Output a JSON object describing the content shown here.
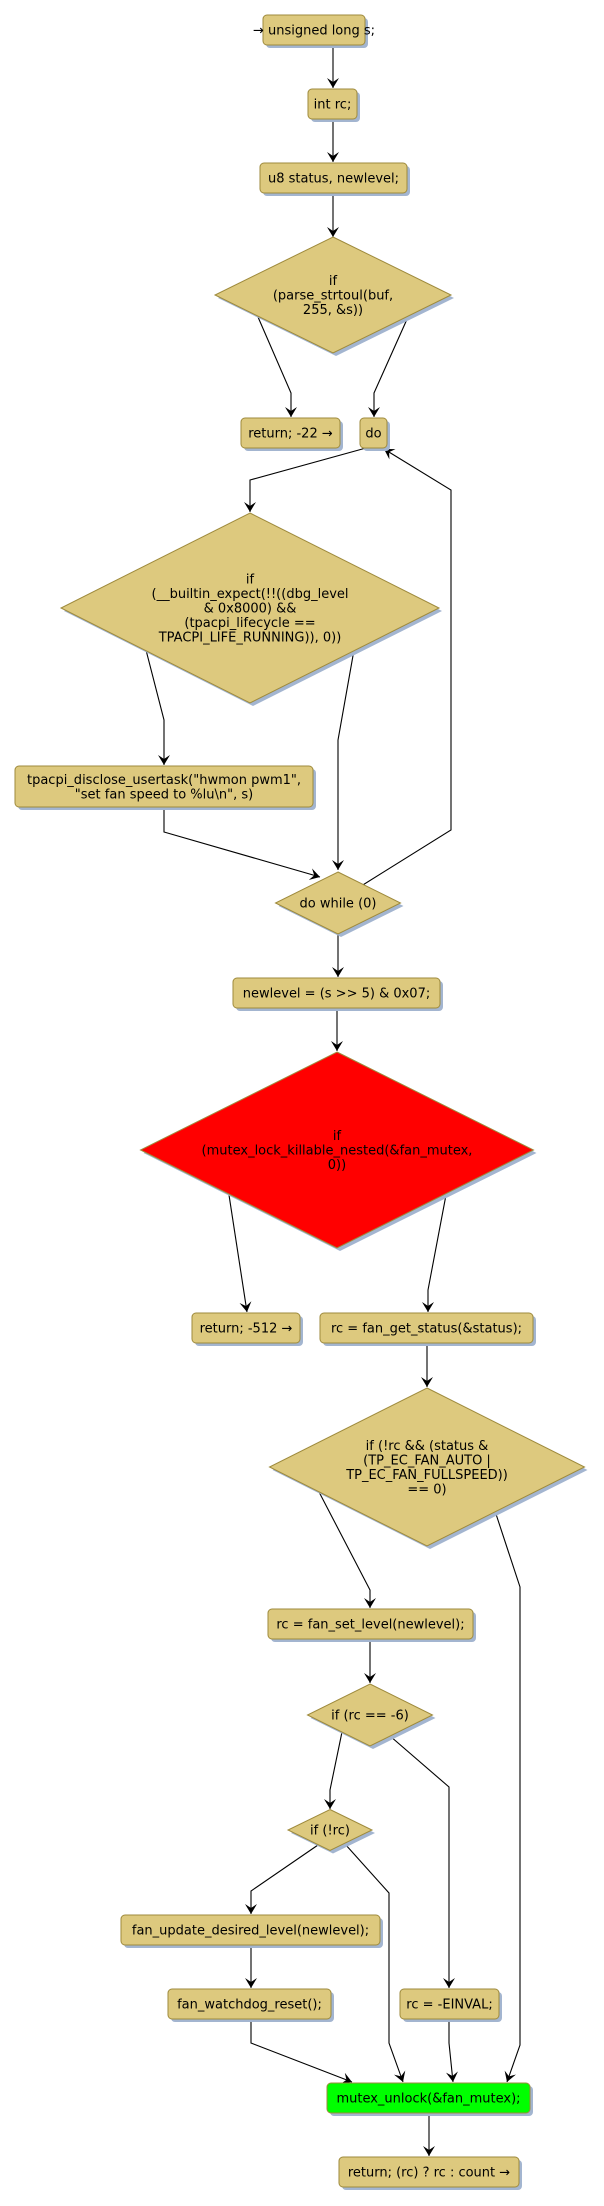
{
  "colors": {
    "node_fill": "#DDC97E",
    "node_border": "#9E8A3C",
    "shadow": "#A3B5D0",
    "highlight_red": "#FF0000",
    "highlight_green": "#00FF00"
  },
  "nodes": {
    "start": {
      "text": [
        "→ unsigned long s;"
      ]
    },
    "decl_rc": {
      "text": [
        "int rc;"
      ]
    },
    "decl_status": {
      "text": [
        "u8 status, newlevel;"
      ]
    },
    "if_parse": {
      "text": [
        "if",
        "(parse_strtoul(buf,",
        "255, &s))"
      ]
    },
    "return_22": {
      "text": [
        "return; -22 →"
      ]
    },
    "do": {
      "text": [
        "do"
      ]
    },
    "if_builtin": {
      "text": [
        "if",
        "(__builtin_expect(!!((dbg_level",
        "& 0x8000) &&",
        "(tpacpi_lifecycle ==",
        "TPACPI_LIFE_RUNNING)), 0))"
      ]
    },
    "disclose": {
      "text": [
        "tpacpi_disclose_usertask(\"hwmon pwm1\",",
        "\"set fan speed to %lu\\n\", s)"
      ]
    },
    "do_while": {
      "text": [
        "do while (0)"
      ]
    },
    "newlevel": {
      "text": [
        "newlevel = (s >> 5) & 0x07;"
      ]
    },
    "if_mutex": {
      "text": [
        "if",
        "(mutex_lock_killable_nested(&fan_mutex,",
        "0))"
      ]
    },
    "return_512": {
      "text": [
        "return; -512 →"
      ]
    },
    "get_status": {
      "text": [
        "rc = fan_get_status(&status);"
      ]
    },
    "if_status": {
      "text": [
        "if (!rc && (status &",
        "(TP_EC_FAN_AUTO |",
        "TP_EC_FAN_FULLSPEED))",
        "== 0)"
      ]
    },
    "set_level": {
      "text": [
        "rc = fan_set_level(newlevel);"
      ]
    },
    "if_rc6": {
      "text": [
        "if (rc == -6)"
      ]
    },
    "if_notrc": {
      "text": [
        "if (!rc)"
      ]
    },
    "update_level": {
      "text": [
        "fan_update_desired_level(newlevel);"
      ]
    },
    "watchdog": {
      "text": [
        "fan_watchdog_reset();"
      ]
    },
    "einval": {
      "text": [
        "rc = -EINVAL;"
      ]
    },
    "unlock": {
      "text": [
        "mutex_unlock(&fan_mutex);"
      ]
    },
    "return_final": {
      "text": [
        "return; (rc) ? rc : count →"
      ]
    }
  }
}
